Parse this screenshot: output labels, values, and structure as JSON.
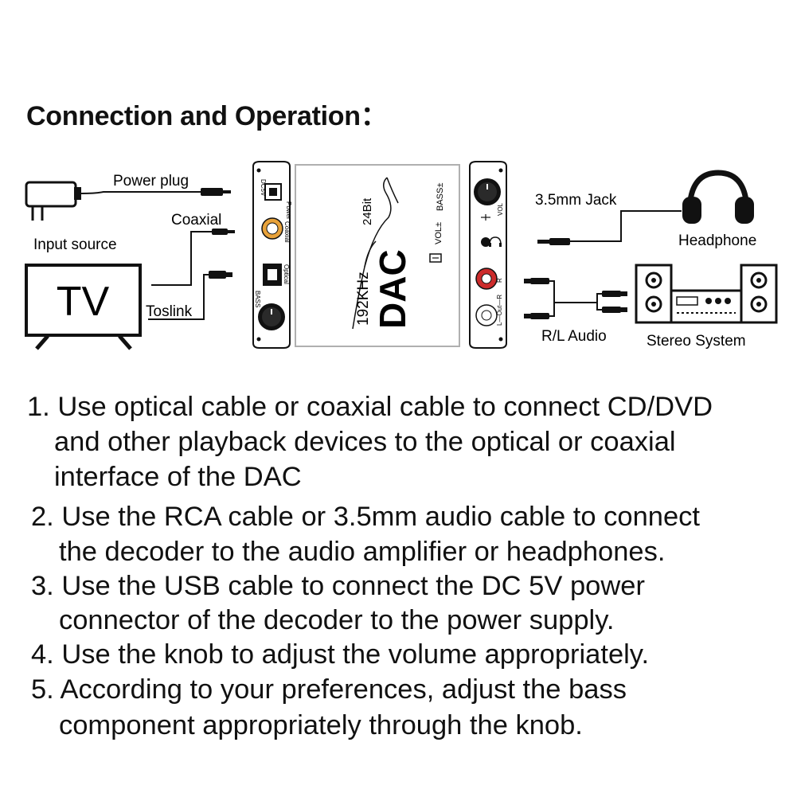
{
  "heading": "Connection and Operation：",
  "labels": {
    "power_plug": "Power plug",
    "coaxial": "Coaxial",
    "input_source": "Input source",
    "tv": "TV",
    "toslink": "Toslink",
    "jack": "3.5mm Jack",
    "headphone": "Headphone",
    "rl_audio": "R/L Audio",
    "stereo_system": "Stereo System"
  },
  "device": {
    "left_panel": {
      "dc5v": "DC5V",
      "power": "Power",
      "coaxial": "Coaxial",
      "optical": "Optical",
      "bass": "BASS"
    },
    "top": {
      "dac": "DAC",
      "khz": "192KHz",
      "bit": "24Bit",
      "vol": "VOL±",
      "bass": "BASS±"
    },
    "right_panel": {
      "vol": "VOL",
      "r": "R",
      "out": "L—Out—R"
    }
  },
  "steps": [
    {
      "number": "1.",
      "lines": [
        "Use optical cable or coaxial cable to connect CD/DVD",
        "and other playback devices to the optical or coaxial",
        "interface of the DAC"
      ]
    },
    {
      "number": "2.",
      "lines": [
        "Use the RCA cable or 3.5mm audio cable to connect",
        "the decoder to the audio amplifier or headphones."
      ]
    },
    {
      "number": "3.",
      "lines": [
        "Use the USB cable to connect the DC 5V power",
        "connector of the decoder to the power supply."
      ]
    },
    {
      "number": "4.",
      "lines": [
        "Use the knob to adjust the volume appropriately."
      ]
    },
    {
      "number": "5.",
      "lines": [
        "According to your preferences, adjust the bass",
        "component appropriately through the knob."
      ]
    }
  ],
  "colors": {
    "ink": "#111111",
    "coax_ring": "#e8a23a",
    "rca_red": "#cc2b2b",
    "panel_line": "#555555"
  }
}
